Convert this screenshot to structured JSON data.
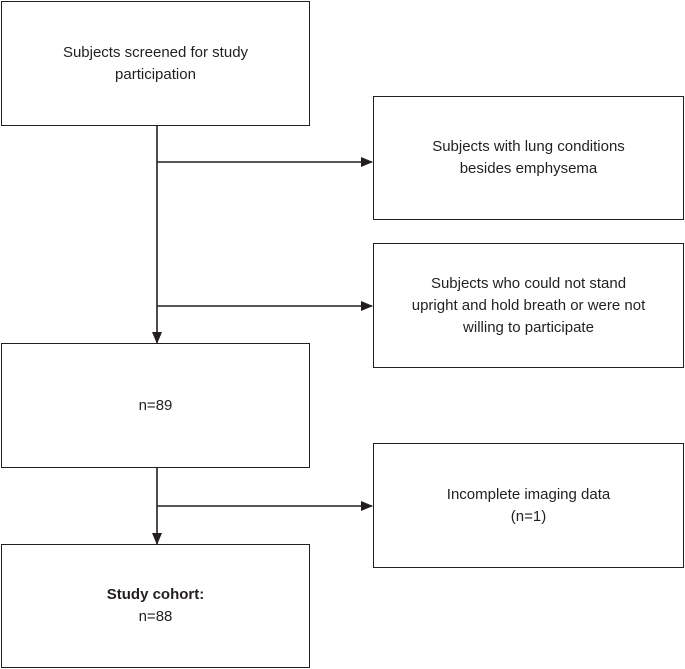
{
  "boxes": {
    "screened": "Subjects screened for study\nparticipation",
    "excluded_lung": "Subjects with lung conditions\nbesides emphysema",
    "excluded_posture": "Subjects who could not stand\nupright and hold breath or were not\nwilling to participate",
    "remaining": "n=89",
    "excluded_imaging": "Incomplete imaging data\n(n=1)",
    "cohort_title": "Study cohort:",
    "cohort_count": "n=88"
  },
  "colors": {
    "line": "#231f20",
    "background": "#ffffff"
  }
}
